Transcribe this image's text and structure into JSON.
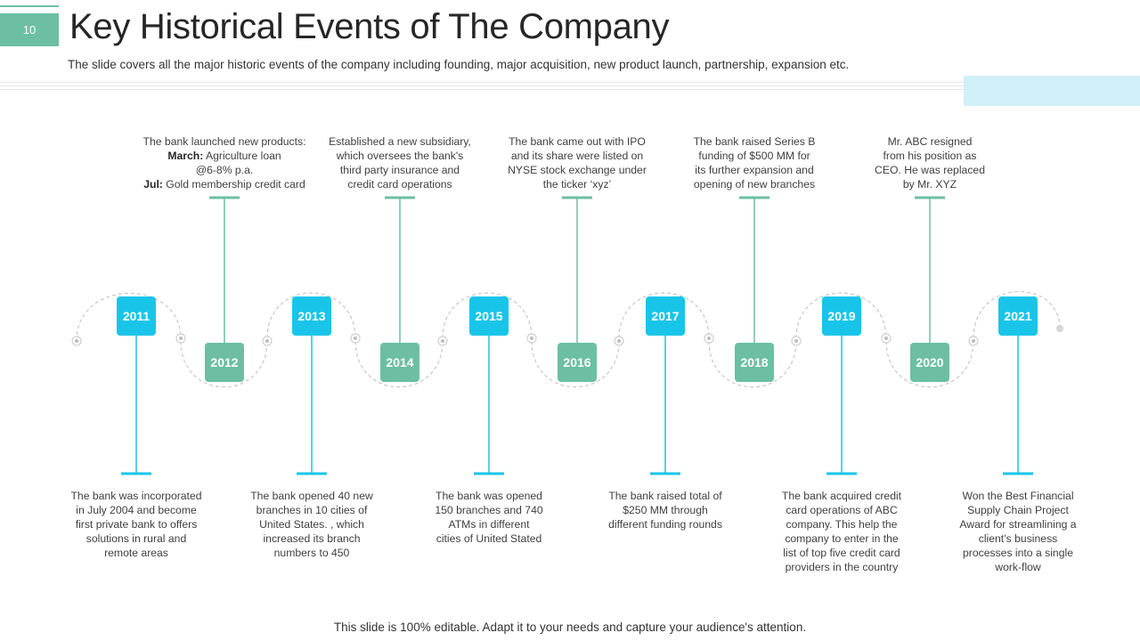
{
  "slide_number": "10",
  "title": "Key Historical Events of The Company",
  "subtitle": "The slide covers all the major historic events of the company including founding, major acquisition, new product launch, partnership, expansion etc.",
  "footer": "This slide is 100% editable. Adapt it to your needs and capture your audience's attention.",
  "colors": {
    "blue": "#18c5e8",
    "green": "#6cbfa3",
    "accent_box": "#d2f0f8",
    "connector": "#c8c8c8"
  },
  "years": [
    "2011",
    "2012",
    "2013",
    "2014",
    "2015",
    "2016",
    "2017",
    "2018",
    "2019",
    "2020",
    "2021"
  ],
  "events": {
    "e2011": [
      "The bank was incorporated",
      "in July 2004 and become",
      "first private bank to offers",
      "solutions in rural and",
      "remote areas"
    ],
    "e2012": {
      "line1": "The bank launched new products:",
      "march_label": "March:",
      "march_text": " Agriculture loan",
      "line3": "@6-8% p.a.",
      "jul_label": "Jul:",
      "jul_text": " Gold membership credit card"
    },
    "e2013": [
      "The bank opened 40 new",
      "branches in 10 cities of",
      "United States. , which",
      "increased its branch",
      "numbers to 450"
    ],
    "e2014": [
      "Established a new subsidiary,",
      "which oversees the bank's",
      "third party insurance and",
      "credit card operations"
    ],
    "e2015": [
      "The bank was opened",
      "150 branches and 740",
      "ATMs in different",
      "cities of United Stated"
    ],
    "e2016": [
      "The bank came out with IPO",
      "and its share were listed on",
      "NYSE stock exchange under",
      "the ticker ‘xyz’"
    ],
    "e2017": [
      "The bank raised total of",
      "$250 MM through",
      "different funding rounds"
    ],
    "e2018": [
      "The bank raised Series B",
      "funding of $500 MM for",
      "its further expansion and",
      "opening of new branches"
    ],
    "e2019": [
      "The bank acquired credit",
      "card operations of ABC",
      "company. This help the",
      "company to enter in the",
      "list of top five credit card",
      "providers in the country"
    ],
    "e2020": [
      "Mr. ABC resigned",
      "from his position as",
      "CEO. He was replaced",
      "by Mr. XYZ"
    ],
    "e2021": [
      "Won the Best Financial",
      "Supply Chain Project",
      "Award for streamlining a",
      "client’s business",
      "processes into a single",
      "work-flow"
    ]
  }
}
